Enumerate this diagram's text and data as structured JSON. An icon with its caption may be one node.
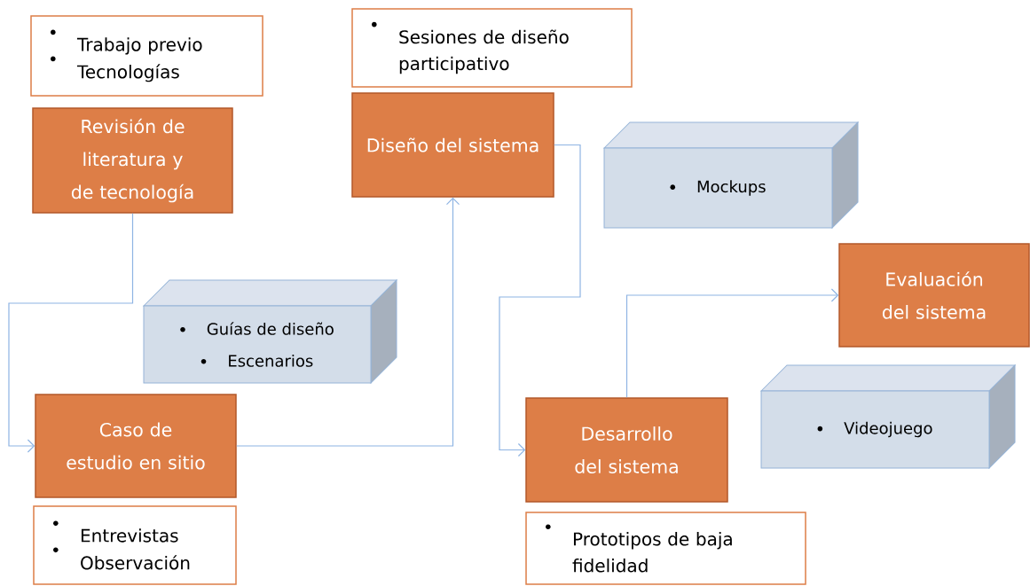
{
  "diagram": {
    "nodes": [
      {
        "text": [
          "Trabajo previo",
          "Tecnologías"
        ]
      },
      {
        "text": [
          "Revisión de literatura y de tecnología"
        ]
      },
      {
        "text": [
          "Sesiones de diseño participativo"
        ]
      },
      {
        "text": [
          "Diseño del sistema"
        ]
      },
      {
        "text": [
          "Mockups"
        ]
      },
      {
        "text": [
          "Guías de diseño",
          "Escenarios"
        ]
      },
      {
        "text": [
          "Evaluación del sistema"
        ]
      },
      {
        "text": [
          "Videojuego"
        ]
      },
      {
        "text": [
          "Caso de estudio en sitio"
        ]
      },
      {
        "text": [
          "Desarrollo del sistema"
        ]
      },
      {
        "text": [
          "Entrevistas",
          "Observación"
        ]
      },
      {
        "text": [
          "Prototipos de baja fidelidad"
        ]
      }
    ],
    "edges": [
      {
        "from": 1,
        "to": 8,
        "arrow": "to"
      },
      {
        "from": 8,
        "to": 3,
        "arrow": "to"
      },
      {
        "from": 3,
        "to": 9,
        "arrow": "to"
      },
      {
        "from": 9,
        "to": 6,
        "arrow": "to"
      }
    ]
  }
}
